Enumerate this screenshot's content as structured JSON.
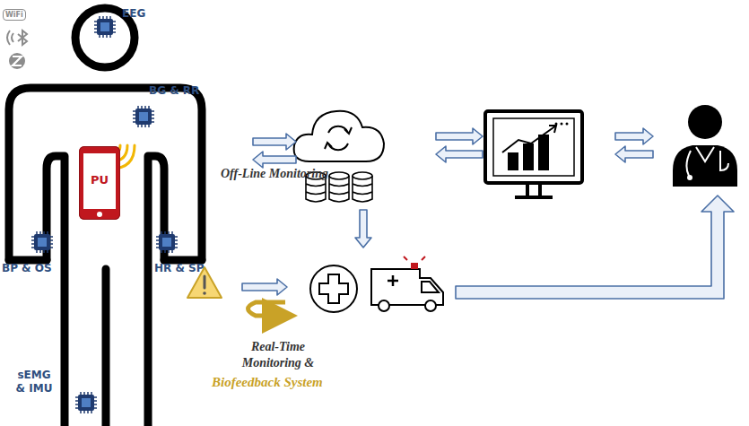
{
  "diagram": {
    "nodes": [
      {
        "text": [
          "EEG"
        ]
      },
      {
        "text": [
          "BG & RR"
        ]
      },
      {
        "text": [
          "PU"
        ]
      },
      {
        "text": [
          "BP & OS"
        ]
      },
      {
        "text": [
          "HR & SP"
        ]
      },
      {
        "text": [
          "sEMG & IMU"
        ]
      }
    ],
    "labels": [
      "WiFi",
      "Off-Line Monitoring",
      "Real-Time Monitoring &",
      "Biofeedback System"
    ]
  }
}
